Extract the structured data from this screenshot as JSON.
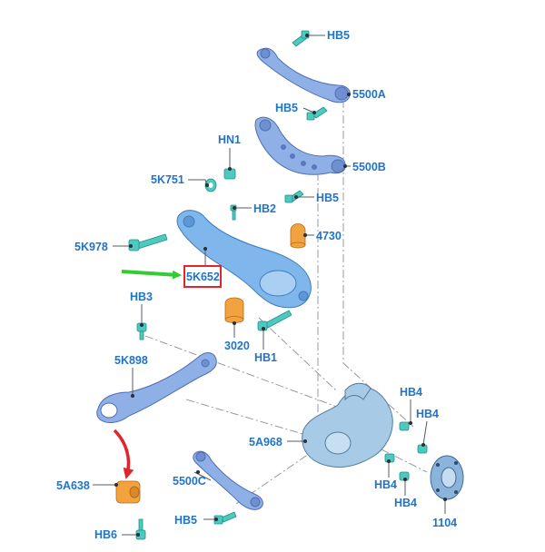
{
  "labels": {
    "hb5_top": "HB5",
    "a5500": "5500A",
    "hb5_mid": "HB5",
    "hn1": "HN1",
    "b5500": "5500B",
    "k751": "5K751",
    "hb5_b": "HB5",
    "hb2": "HB2",
    "k978": "5K978",
    "n4730": "4730",
    "k652": "5K652",
    "hb3": "HB3",
    "n3020": "3020",
    "hb1": "HB1",
    "k898": "5K898",
    "hb4_a": "HB4",
    "hb4_b": "HB4",
    "a968": "5A968",
    "a638": "5A638",
    "c5500": "5500C",
    "hb4_c": "HB4",
    "hb4_d": "HB4",
    "hb5_bot": "HB5",
    "hb6": "HB6",
    "n1104": "1104"
  },
  "colors": {
    "label": "#1f74c9",
    "highlight_box": "#e0262b",
    "green_arrow": "#33cc33",
    "red_arrow": "#e0262b"
  }
}
